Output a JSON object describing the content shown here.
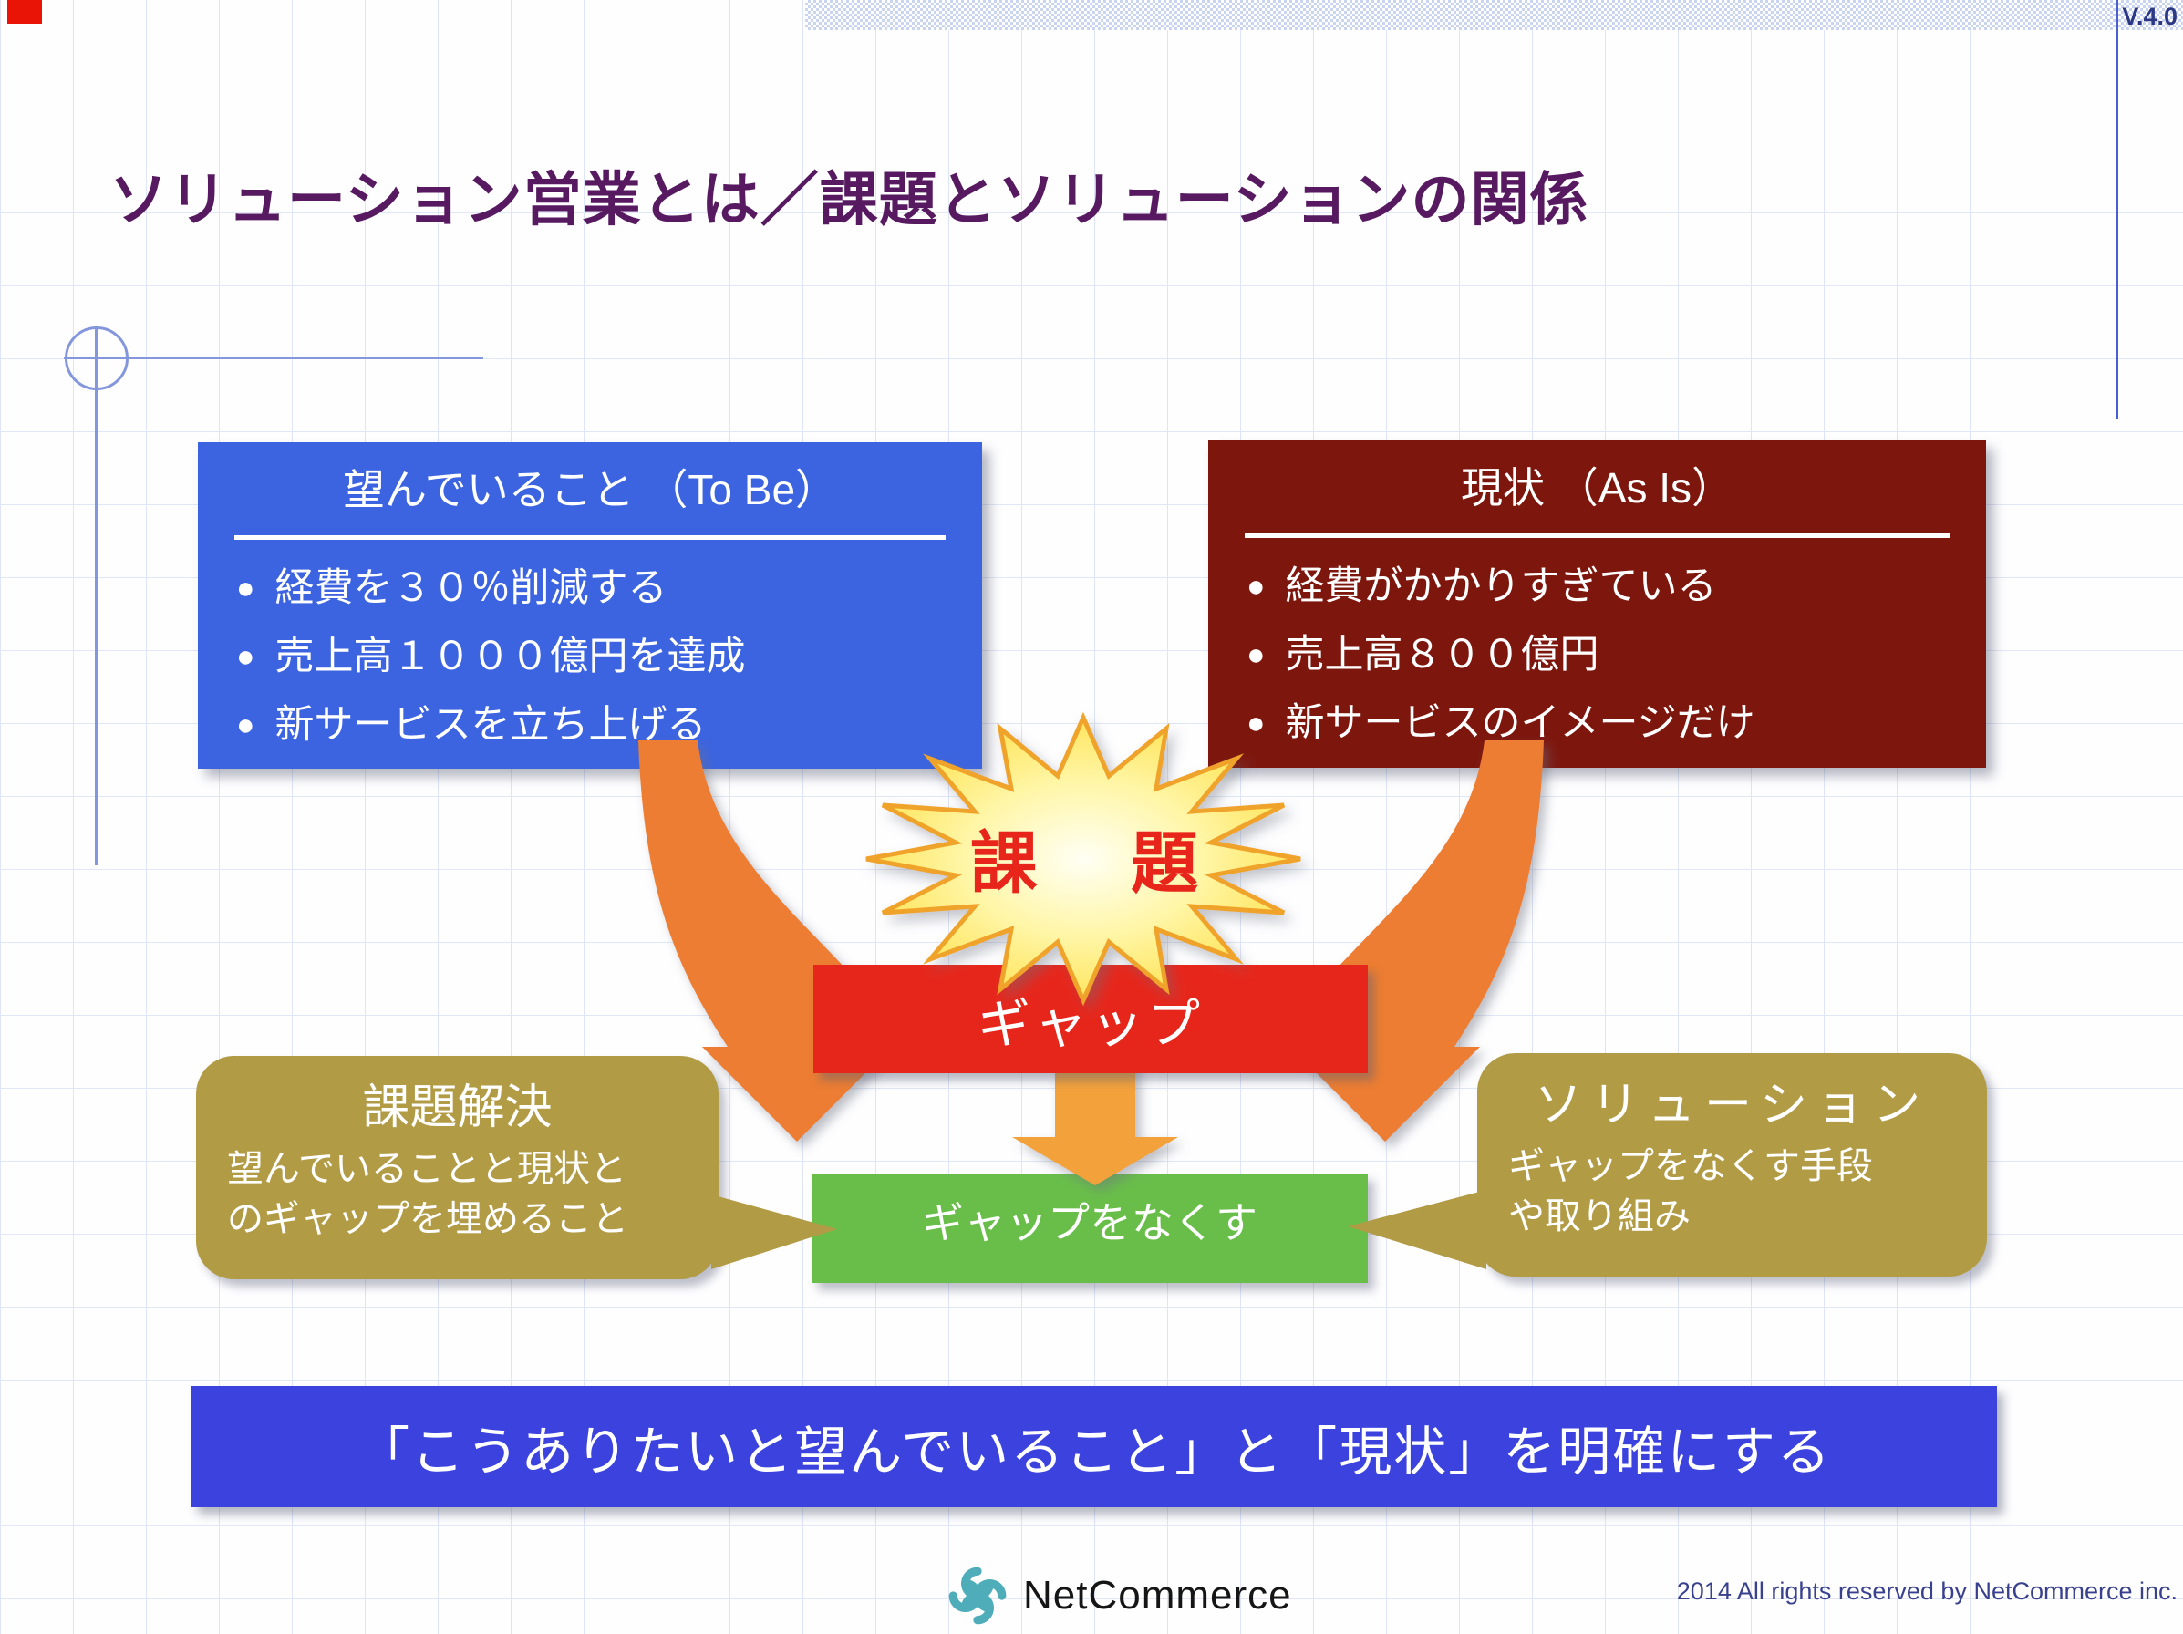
{
  "version_label": "V.4.0",
  "title": "ソリューション営業とは／課題とソリューションの関係",
  "to_be_box": {
    "title": "望んでいること （To Be）",
    "bullets": [
      "経費を３０％削減する",
      "売上高１０００億円を達成",
      "新サービスを立ち上げる"
    ],
    "color": "#3c64e0"
  },
  "as_is_box": {
    "title": "現状 （As Is）",
    "bullets": [
      "経費がかかりすぎている",
      "売上高８００億円",
      "新サービスのイメージだけ"
    ],
    "color": "#7d170e"
  },
  "issue_star": {
    "label": "課　題",
    "fill_color": "#ffde3c",
    "outline_color": "#f0a32c",
    "text_color": "#e7251b"
  },
  "gap_box": {
    "label": "ギャップ",
    "color": "#e7261b"
  },
  "eliminate_gap_box": {
    "label": "ギャップをなくす",
    "color": "#69be4a"
  },
  "problem_solving_bubble": {
    "title": "課題解決",
    "body_lines": [
      "望んでいることと現状と",
      "のギャップを埋めること"
    ],
    "color": "#b29b45"
  },
  "solution_bubble": {
    "title": "ソリューション",
    "body_lines": [
      "ギャップをなくす手段",
      "や取り組み"
    ],
    "color": "#b29b45"
  },
  "bottom_banner": {
    "text": "「こうありたいと望んでいること」と「現状」を明確にする",
    "color": "#3b42de"
  },
  "arrows": {
    "curved_color": "#ed7d31",
    "down_color": "#f2a13b"
  },
  "footer": {
    "brand": "NetCommerce",
    "logo_color": "#4fadba",
    "copyright": "2014  All rights reserved by NetCommerce inc."
  },
  "title_color": "#571a60"
}
